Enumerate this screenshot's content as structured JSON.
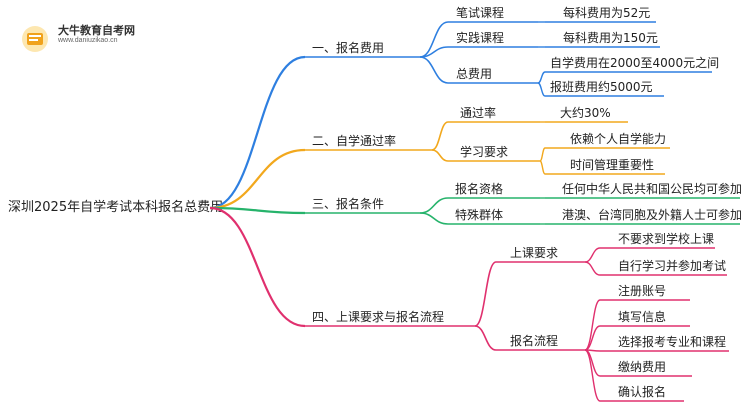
{
  "logo": {
    "site_name": "大牛教育自考网",
    "site_url": "www.daniuzikao.cn"
  },
  "root": {
    "label": "深圳2025年自学考试本科报名总费用"
  },
  "branches": [
    {
      "label": "一、报名费用",
      "color": "#2e7fe0",
      "children": [
        {
          "label": "笔试课程",
          "children": [
            {
              "label": "每科费用为52元"
            }
          ]
        },
        {
          "label": "实践课程",
          "children": [
            {
              "label": "每科费用为150元"
            }
          ]
        },
        {
          "label": "总费用",
          "children": [
            {
              "label": "自学费用在2000至4000元之间"
            },
            {
              "label": "报班费用约5000元"
            }
          ]
        }
      ]
    },
    {
      "label": "二、自学通过率",
      "color": "#f2a81d",
      "children": [
        {
          "label": "通过率",
          "children": [
            {
              "label": "大约30%"
            }
          ]
        },
        {
          "label": "学习要求",
          "children": [
            {
              "label": "依赖个人自学能力"
            },
            {
              "label": "时间管理重要性"
            }
          ]
        }
      ]
    },
    {
      "label": "三、报名条件",
      "color": "#26b36b",
      "children": [
        {
          "label": "报名资格",
          "children": [
            {
              "label": "任何中华人民共和国公民均可参加"
            }
          ]
        },
        {
          "label": "特殊群体",
          "children": [
            {
              "label": "港澳、台湾同胞及外籍人士可参加"
            }
          ]
        }
      ]
    },
    {
      "label": "四、上课要求与报名流程",
      "color": "#e0306e",
      "children": [
        {
          "label": "上课要求",
          "children": [
            {
              "label": "不要求到学校上课"
            },
            {
              "label": "自行学习并参加考试"
            }
          ]
        },
        {
          "label": "报名流程",
          "children": [
            {
              "label": "注册账号"
            },
            {
              "label": "填写信息"
            },
            {
              "label": "选择报考专业和课程"
            },
            {
              "label": "缴纳费用"
            },
            {
              "label": "确认报名"
            }
          ]
        }
      ]
    }
  ]
}
